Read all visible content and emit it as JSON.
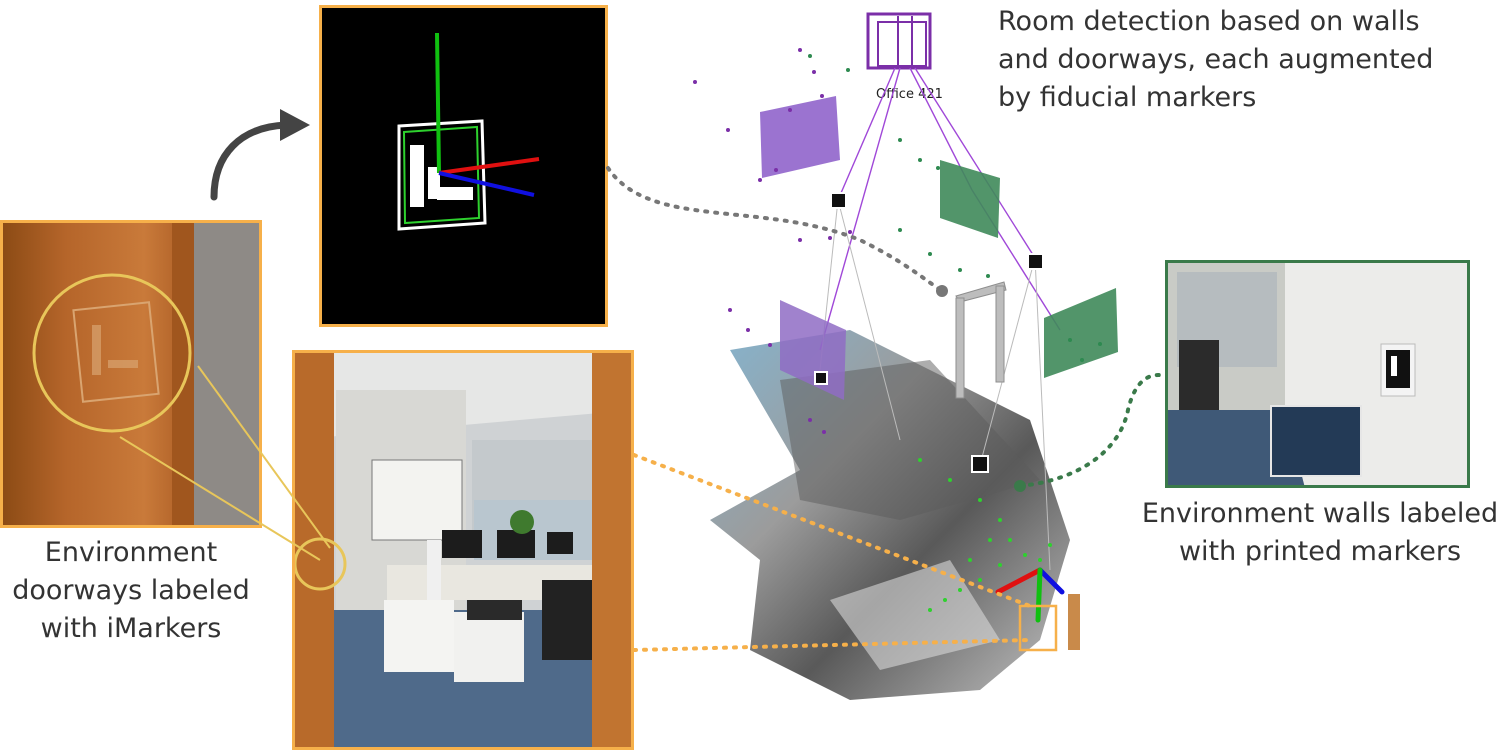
{
  "captions": {
    "room_detection": [
      "Room detection based on walls",
      "and doorways, each augmented",
      "by fiducial markers"
    ],
    "doorways": [
      "Environment",
      "doorways labeled",
      "with iMarkers"
    ],
    "walls": [
      "Environment walls labeled",
      "with printed markers"
    ]
  },
  "room_label": "Office  421",
  "colors": {
    "frame_orange": "#f6b04a",
    "frame_green": "#3a7a4a",
    "room_purple": "#7b2fa8",
    "wall_green": "#3f8a5a",
    "detection_green": "#2ed12e",
    "axis_red": "#e01010",
    "axis_blue": "#1010e0",
    "axis_green": "#10c010"
  },
  "icons": [
    "curved-arrow-icon"
  ]
}
